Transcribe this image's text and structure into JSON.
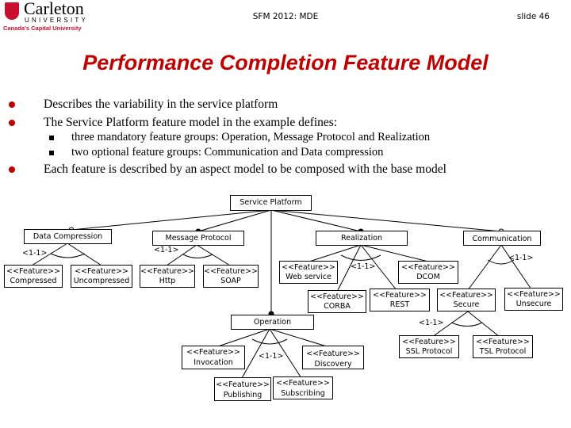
{
  "header": {
    "logo_name": "Carleton",
    "logo_university": "UNIVERSITY",
    "logo_tagline": "Canada's Capital University",
    "course": "SFM 2012: MDE",
    "slide": "slide 46"
  },
  "title": "Performance Completion Feature Model",
  "bullets": [
    "Describes the variability in the service platform",
    "The Service Platform feature model in the example defines:",
    "Each feature is described by an aspect model to be composed with the base model"
  ],
  "sub_bullets": [
    "three mandatory feature groups:  Operation, Message Protocol and Realization",
    "two optional feature groups: Communication and Data compression"
  ],
  "diagram": {
    "root": "Service Platform",
    "groups": {
      "data_compression": "Data Compression",
      "message_protocol": "Message Protocol",
      "realization": "Realization",
      "communication": "Communication",
      "operation": "Operation"
    },
    "cardinalities": {
      "data_compression": "<1-1>",
      "message_protocol": "<1-1>",
      "realization": "<1-1>",
      "communication": "<1-1>",
      "operation": "<1-1>",
      "secure": "<1-1>"
    },
    "features": {
      "compressed": [
        "<<Feature>>",
        "Compressed"
      ],
      "uncompressed": [
        "<<Feature>>",
        "Uncompressed"
      ],
      "http": [
        "<<Feature>>",
        "Http"
      ],
      "soap": [
        "<<Feature>>",
        "SOAP"
      ],
      "web_service": [
        "<<Feature>>",
        "Web service"
      ],
      "dcom": [
        "<<Feature>>",
        "DCOM"
      ],
      "corba": [
        "<<Feature>>",
        "CORBA"
      ],
      "rest": [
        "<<Feature>>",
        "REST"
      ],
      "secure": [
        "<<Feature>>",
        "Secure"
      ],
      "unsecure": [
        "<<Feature>>",
        "Unsecure"
      ],
      "ssl": [
        "<<Feature>>",
        "SSL Protocol"
      ],
      "tsl": [
        "<<Feature>>",
        "TSL Protocol"
      ],
      "invocation": [
        "<<Feature>>",
        "Invocation"
      ],
      "discovery": [
        "<<Feature>>",
        "Discovery"
      ],
      "publishing": [
        "<<Feature>>",
        "Publishing"
      ],
      "subscribing": [
        "<<Feature>>",
        "Subscribing"
      ]
    }
  }
}
